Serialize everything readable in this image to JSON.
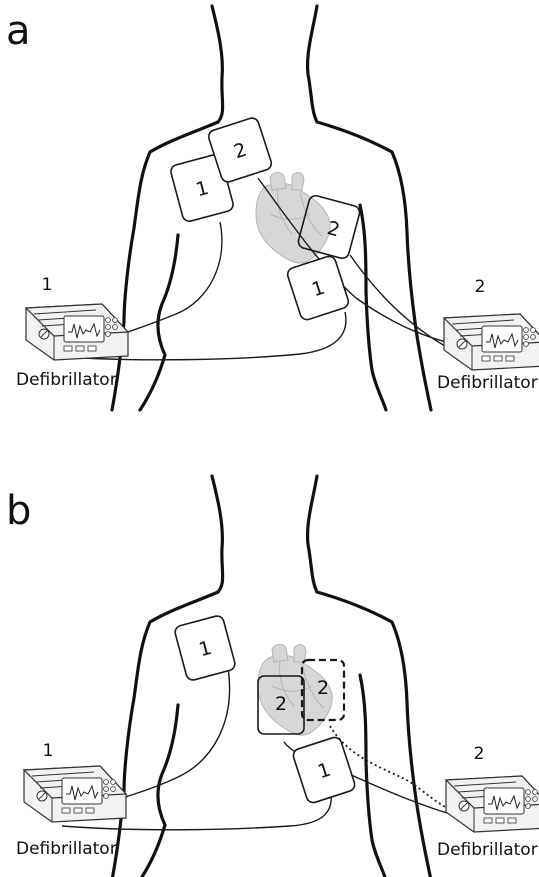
{
  "panels": [
    {
      "letter": "a",
      "pads": [
        {
          "label": "1",
          "style": "solid"
        },
        {
          "label": "2",
          "style": "solid"
        },
        {
          "label": "2",
          "style": "solid"
        },
        {
          "label": "1",
          "style": "solid"
        }
      ],
      "left_device": {
        "number": "1",
        "label": "Defibrillator"
      },
      "right_device": {
        "number": "2",
        "label": "Defibrillator"
      }
    },
    {
      "letter": "b",
      "pads": [
        {
          "label": "1",
          "style": "solid"
        },
        {
          "label": "2",
          "style": "solid"
        },
        {
          "label": "2",
          "style": "dashed"
        },
        {
          "label": "1",
          "style": "solid"
        }
      ],
      "left_device": {
        "number": "1",
        "label": "Defibrillator"
      },
      "right_device": {
        "number": "2",
        "label": "Defibrillator"
      }
    }
  ],
  "colors": {
    "outline": "#111111",
    "heart": "#d7d7d7",
    "background": "#ffffff"
  }
}
